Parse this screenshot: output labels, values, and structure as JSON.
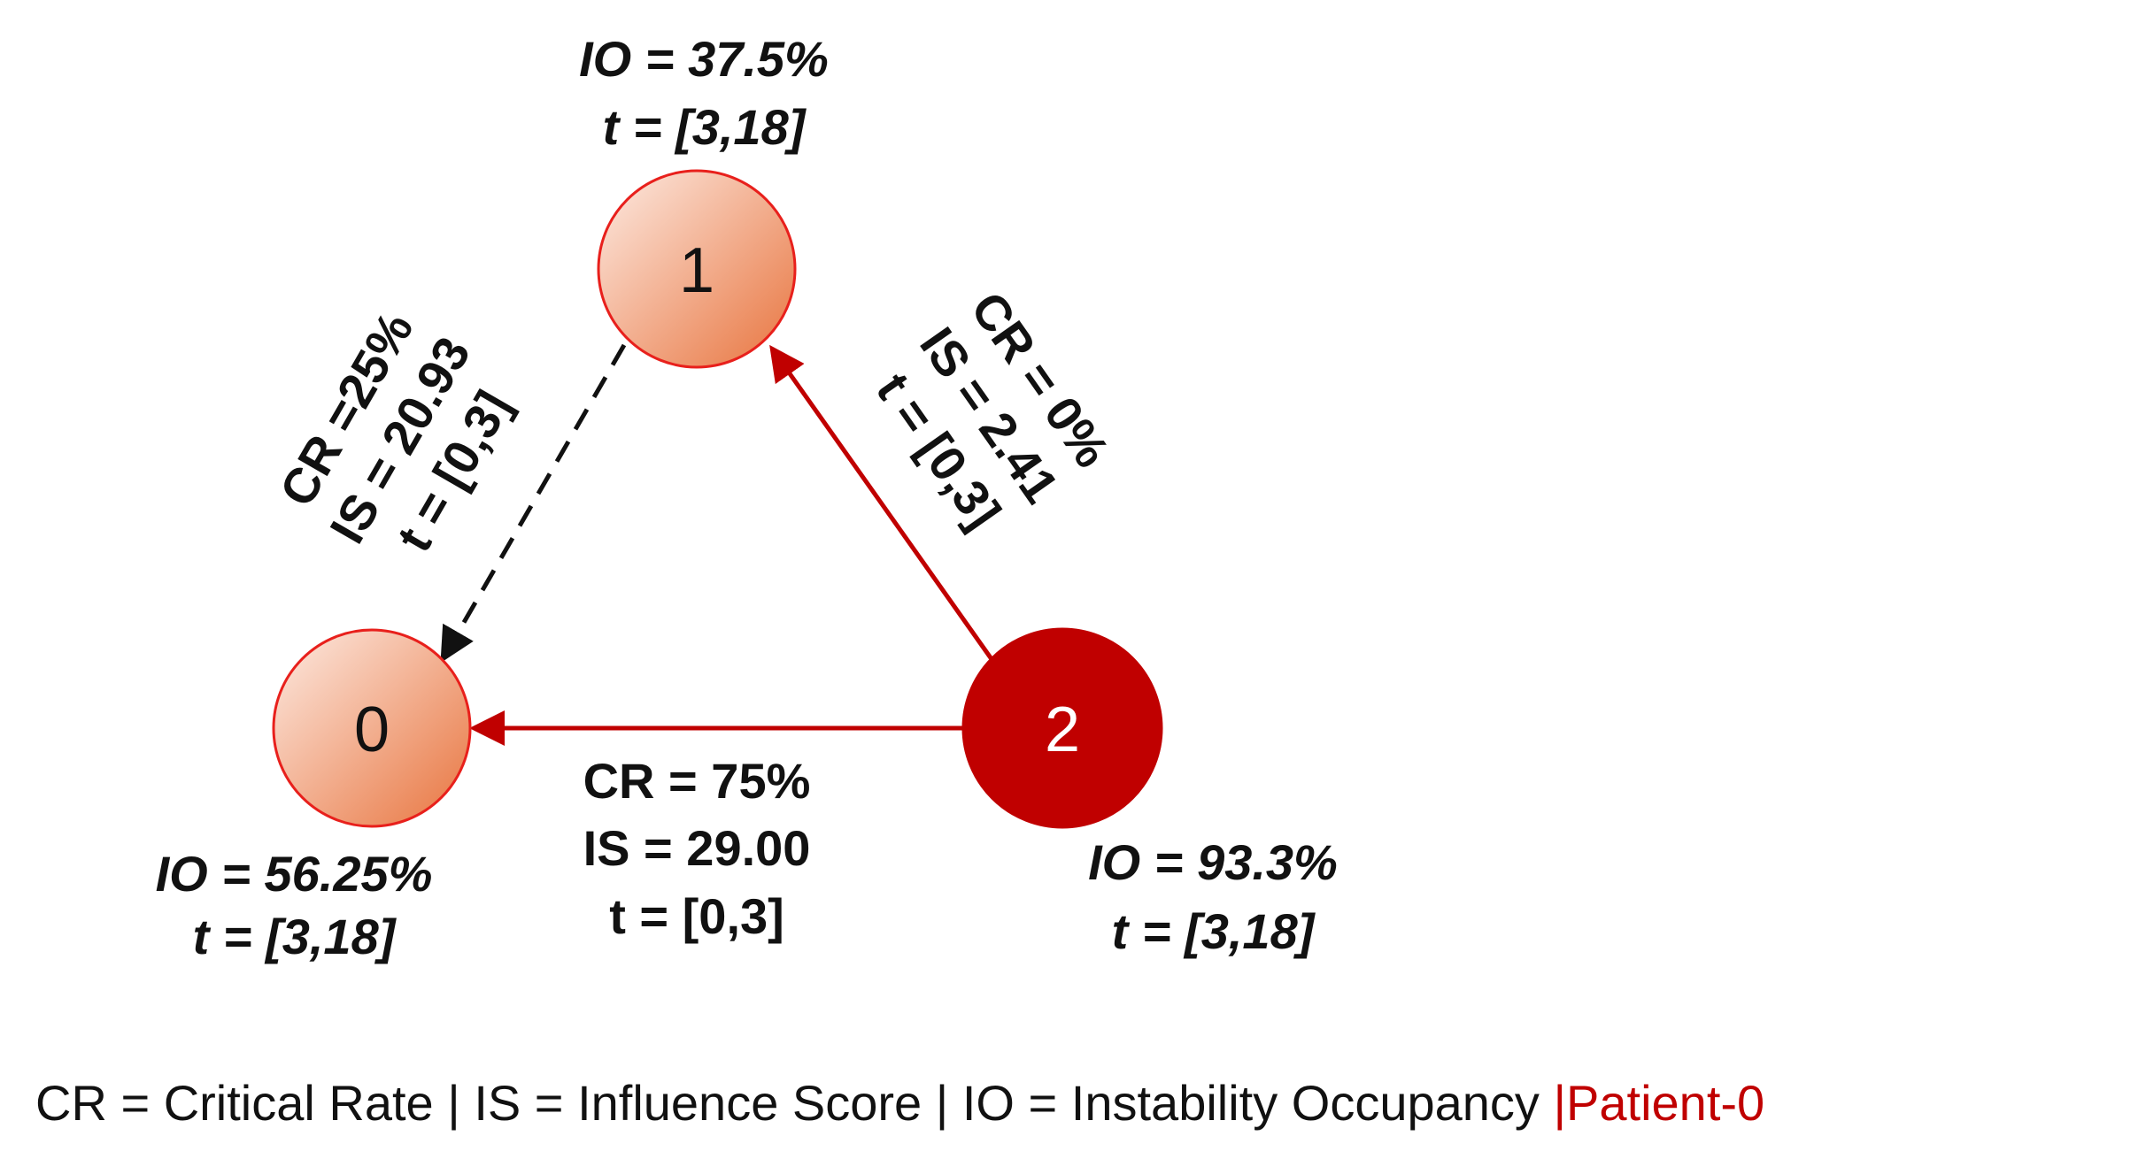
{
  "colors": {
    "accent_red": "#c00000",
    "node_light_start": "#fdebe3",
    "node_light_end": "#e8743e",
    "node_light_stroke": "#e8201c",
    "edge_dashed": "#111111",
    "text": "#111111",
    "background": "#ffffff"
  },
  "nodes": [
    {
      "id": "0",
      "label": "0",
      "style": "light-gradient"
    },
    {
      "id": "1",
      "label": "1",
      "style": "light-gradient"
    },
    {
      "id": "2",
      "label": "2",
      "style": "solid-red"
    }
  ],
  "node_annotations": {
    "node0": {
      "io": "IO = 56.25%",
      "t": "t = [3,18]"
    },
    "node1": {
      "io": "IO = 37.5%",
      "t": "t = [3,18]"
    },
    "node2": {
      "io": "IO = 93.3%",
      "t": "t = [3,18]"
    }
  },
  "edges": [
    {
      "from": "1",
      "to": "0",
      "line_style": "dashed",
      "color": "#111111",
      "cr": "CR =25%",
      "is": "IS  = 20.93",
      "t": "t = [0,3]"
    },
    {
      "from": "2",
      "to": "1",
      "line_style": "solid",
      "color": "#c00000",
      "cr": "CR = 0%",
      "is": "IS  = 2.41",
      "t": "t = [0,3]"
    },
    {
      "from": "2",
      "to": "0",
      "line_style": "solid",
      "color": "#c00000",
      "cr": "CR = 75%",
      "is": "IS = 29.00",
      "t": "t = [0,3]"
    }
  ],
  "legend": {
    "text": "CR = Critical Rate | IS = Influence Score | IO = Instability Occupancy ",
    "highlight": "|Patient-0"
  }
}
